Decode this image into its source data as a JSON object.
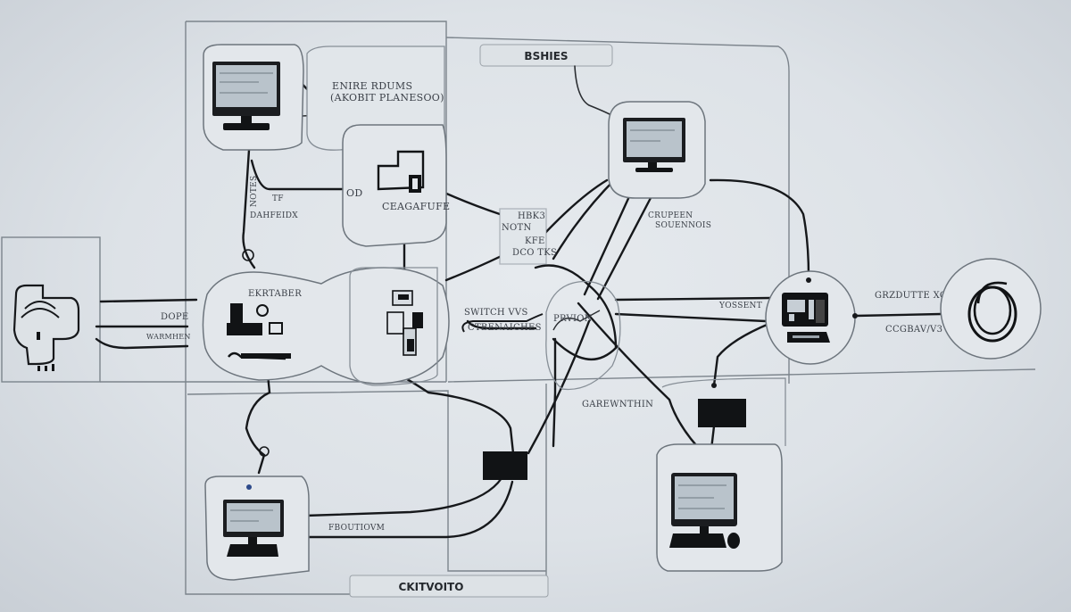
{
  "diagram": {
    "title": "Network workstation sketch",
    "banners": {
      "top": "BSHIES",
      "bottom": "CKITVOITO"
    },
    "labels": {
      "top_left_note_line1": "ENIRE RDUMS",
      "top_left_note_line2": "(AKOBIT PLANESOO)",
      "left_wire_vertical": "NOTES",
      "left_wire_small": "TF",
      "left_wire_caption": "DAHFEIDX",
      "port_node": "OD",
      "upper_device": "CEAGAFUFE",
      "hub_upper_line1": "HBK3",
      "hub_upper_line2": "NOTN",
      "hub_upper_line3": "KFE",
      "hub_upper_line4": "DCO TKS",
      "top_monitor_caption_line1": "CRUPEEN",
      "top_monitor_caption_line2": "SOUENNOIS",
      "left_link_upper": "DOPE",
      "left_link_lower": "WARMHEN",
      "left_cloud_title": "EKRTABER",
      "switch_label_line1": "SWITCH VVS",
      "switch_label_line2": "CTBENAICHES",
      "router_label": "PRVION",
      "right_link_label": "YOSSENT",
      "far_right_upper": "GRZDUTTE XO",
      "far_right_lower": "CCGBAV/V3",
      "gateway_label": "GAREWNTHIN",
      "bottom_link_label": "FBOUTIOVM"
    },
    "nodes": [
      {
        "id": "workstation-top-left",
        "icon": "desktop-monitor-icon"
      },
      {
        "id": "storage-device",
        "icon": "storage-drive-icon"
      },
      {
        "id": "workstation-top-center",
        "icon": "desktop-monitor-icon"
      },
      {
        "id": "security-camera",
        "icon": "camera-icon"
      },
      {
        "id": "cloud-hub",
        "icon": "hub-icon"
      },
      {
        "id": "server-tower",
        "icon": "server-icon"
      },
      {
        "id": "router-node",
        "icon": "router-icon"
      },
      {
        "id": "printer-right",
        "icon": "printer-icon"
      },
      {
        "id": "cable-coil",
        "icon": "cable-coil-icon"
      },
      {
        "id": "switch-box-bottom",
        "icon": "switch-box-icon"
      },
      {
        "id": "switch-box-right",
        "icon": "switch-box-icon"
      },
      {
        "id": "workstation-bottom-left",
        "icon": "desktop-keyboard-icon"
      },
      {
        "id": "workstation-bottom-right",
        "icon": "desktop-keyboard-mouse-icon"
      }
    ]
  }
}
